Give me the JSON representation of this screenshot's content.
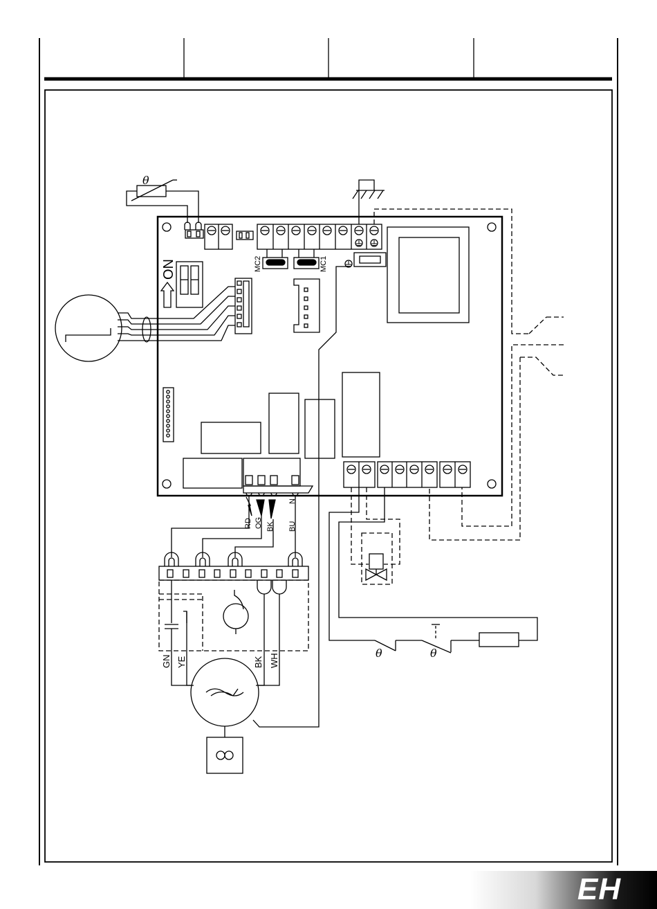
{
  "board": {
    "on_label": "ON",
    "mc2_label": "MC2",
    "mc1_label": "MC1"
  },
  "wires": {
    "rd": "RD",
    "og": "OG",
    "bk": "BK",
    "bu": "BU",
    "n": "N"
  },
  "motor": {
    "gn": "GN",
    "ye": "YE",
    "bk": "BK",
    "wh": "WH"
  },
  "symbols": {
    "theta": "θ"
  },
  "corner_badge": "EH"
}
